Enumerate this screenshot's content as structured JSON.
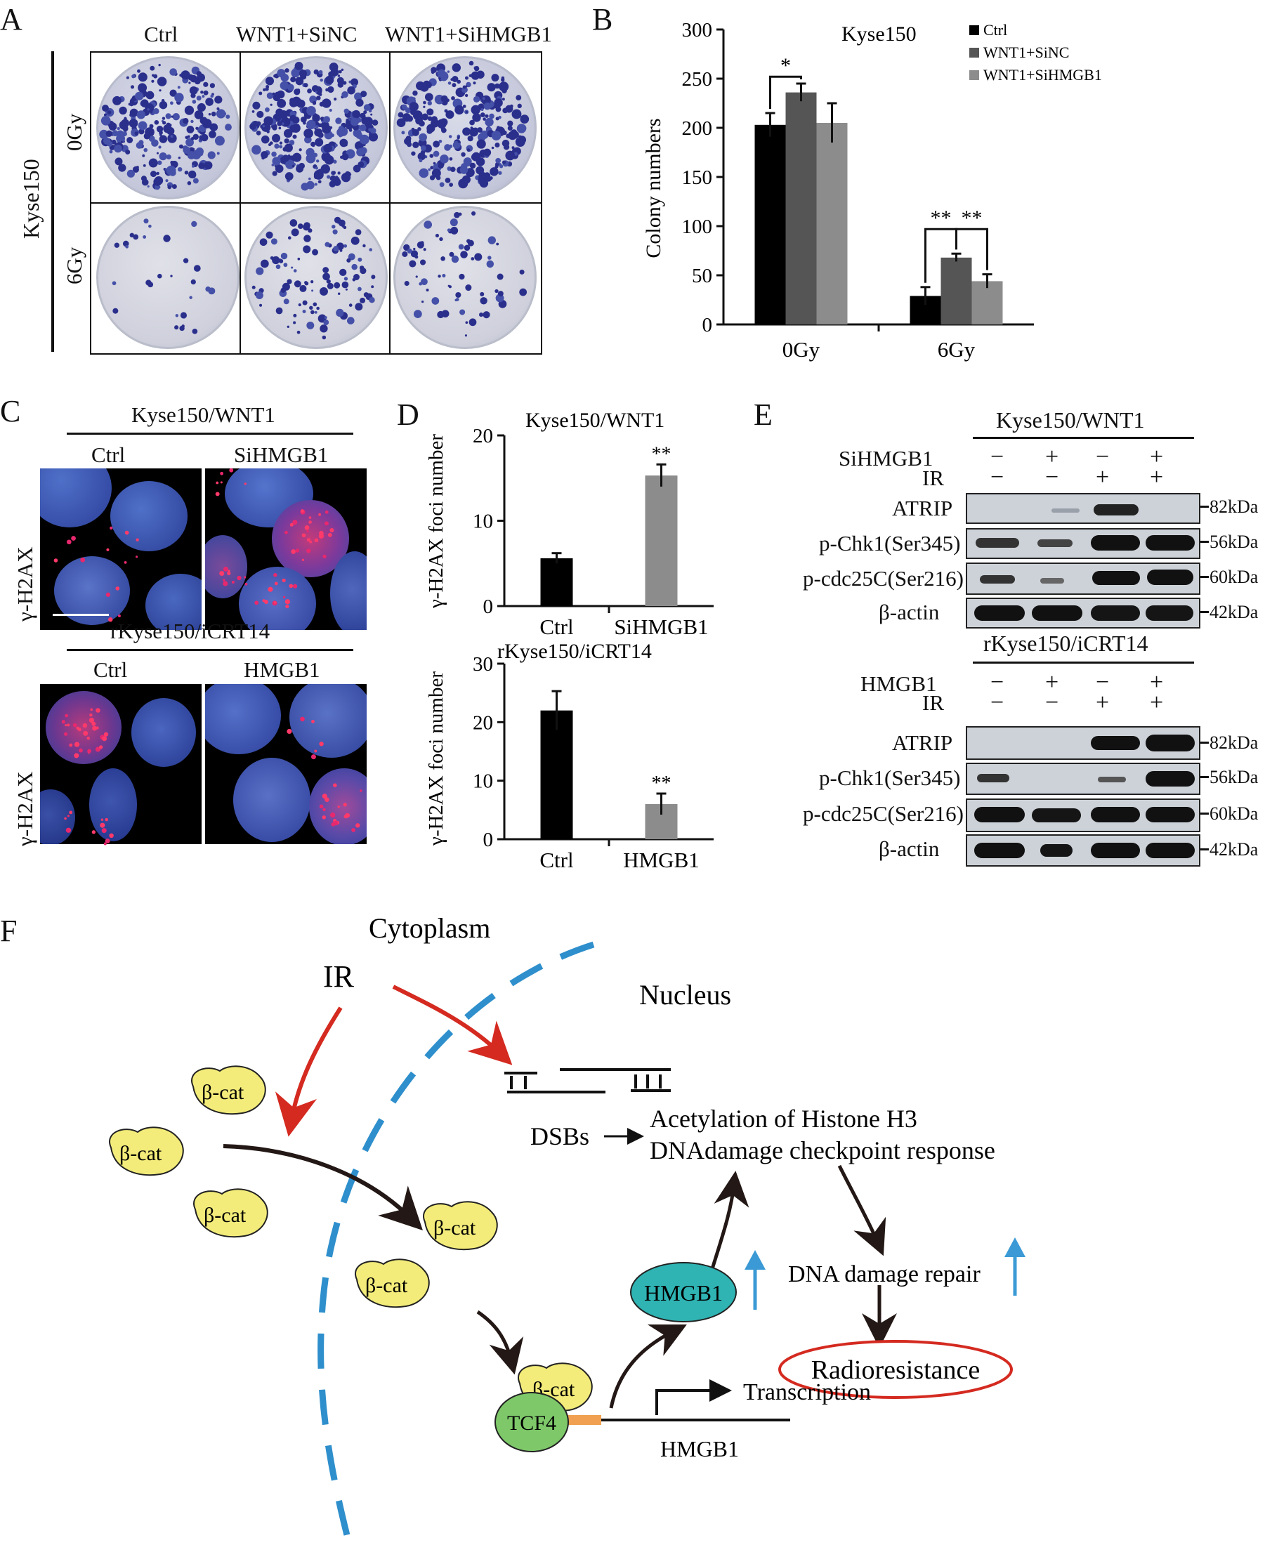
{
  "panels": {
    "a": "A",
    "b": "B",
    "c": "C",
    "d": "D",
    "e": "E",
    "f": "F"
  },
  "panelA": {
    "columns": [
      "Ctrl",
      "WNT1+SiNC",
      "WNT1+SiHMGB1"
    ],
    "rows": [
      "0Gy",
      "6Gy"
    ],
    "cell_line": "Kyse150"
  },
  "chart_data": [
    {
      "type": "bar",
      "title": "Kyse150",
      "xlabel": "",
      "ylabel": "Colony numbers",
      "categories": [
        "0Gy",
        "6Gy"
      ],
      "ylim": [
        0,
        300
      ],
      "yticks": [
        "0",
        "50",
        "100",
        "150",
        "200",
        "250",
        "300"
      ],
      "series": [
        {
          "name": "Ctrl",
          "color": "#000000",
          "values": [
            203,
            29
          ],
          "errors": [
            12,
            9
          ]
        },
        {
          "name": "WNT1+SiNC",
          "color": "#555555",
          "values": [
            236,
            68
          ],
          "errors": [
            9,
            4
          ]
        },
        {
          "name": "WNT1+SiHMGB1",
          "color": "#8c8c8c",
          "values": [
            205,
            44
          ],
          "errors": [
            20,
            7
          ]
        }
      ],
      "annotations": [
        "*",
        "**",
        "**"
      ],
      "legend": "top-right"
    },
    {
      "type": "bar",
      "title": "Kyse150/WNT1",
      "ylabel": "γ-H2AX foci number",
      "categories": [
        "Ctrl",
        "SiHMGB1"
      ],
      "ylim": [
        0,
        20
      ],
      "yticks": [
        "0",
        "10",
        "20"
      ],
      "values": [
        5.6,
        15.3
      ],
      "errors": [
        0.6,
        1.3
      ],
      "colors": [
        "#000000",
        "#8c8c8c"
      ],
      "annotations": [
        "",
        "**"
      ]
    },
    {
      "type": "bar",
      "title": "rKyse150/iCRT14",
      "ylabel": "γ-H2AX foci number",
      "categories": [
        "Ctrl",
        "HMGB1"
      ],
      "ylim": [
        0,
        30
      ],
      "yticks": [
        "0",
        "10",
        "20",
        "30"
      ],
      "values": [
        22,
        6
      ],
      "errors": [
        3.3,
        1.8
      ],
      "colors": [
        "#000000",
        "#8c8c8c"
      ],
      "annotations": [
        "",
        "**"
      ]
    }
  ],
  "panelC": {
    "top_title": "Kyse150/WNT1",
    "top_cols": [
      "Ctrl",
      "SiHMGB1"
    ],
    "bottom_title": "rKyse150/iCRT14",
    "bottom_cols": [
      "Ctrl",
      "HMGB1"
    ],
    "row_label": "γ-H2AX"
  },
  "panelE": {
    "top": {
      "title": "Kyse150/WNT1",
      "factor": "SiHMGB1",
      "factor_signs": [
        "−",
        "+",
        "−",
        "+"
      ],
      "ir": "IR",
      "ir_signs": [
        "−",
        "−",
        "+",
        "+"
      ],
      "proteins": [
        "ATRIP",
        "p-Chk1(Ser345)",
        "p-cdc25C(Ser216)",
        "β-actin"
      ],
      "sizes": [
        "82kDa",
        "56kDa",
        "60kDa",
        "42kDa"
      ]
    },
    "bottom": {
      "title": "rKyse150/iCRT14",
      "factor": "HMGB1",
      "factor_signs": [
        "−",
        "+",
        "−",
        "+"
      ],
      "ir": "IR",
      "ir_signs": [
        "−",
        "−",
        "+",
        "+"
      ],
      "proteins": [
        "ATRIP",
        "p-Chk1(Ser345)",
        "p-cdc25C(Ser216)",
        "β-actin"
      ],
      "sizes": [
        "82kDa",
        "56kDa",
        "60kDa",
        "42kDa"
      ]
    }
  },
  "panelF": {
    "cytoplasm": "Cytoplasm",
    "nucleus": "Nucleus",
    "ir": "IR",
    "bcat": "β-cat",
    "dsbs": "DSBs",
    "acetylation": "Acetylation of Histone H3",
    "checkpoint": "DNAdamage checkpoint response",
    "hmgb1": "HMGB1",
    "repair": "DNA damage repair",
    "radioresistance": "Radioresistance",
    "tcf4": "TCF4",
    "transcription": "Transcription",
    "gene": "HMGB1",
    "colors": {
      "red_arrow": "#d42a20",
      "blue_dash": "#2e8fcc",
      "bcat_fill": "#f3ec7a",
      "hmgb1_fill": "#2fb3b3",
      "tcf4_fill": "#7ec86a",
      "promoter": "#f0a050",
      "up_arrow": "#3b9ad6"
    }
  }
}
